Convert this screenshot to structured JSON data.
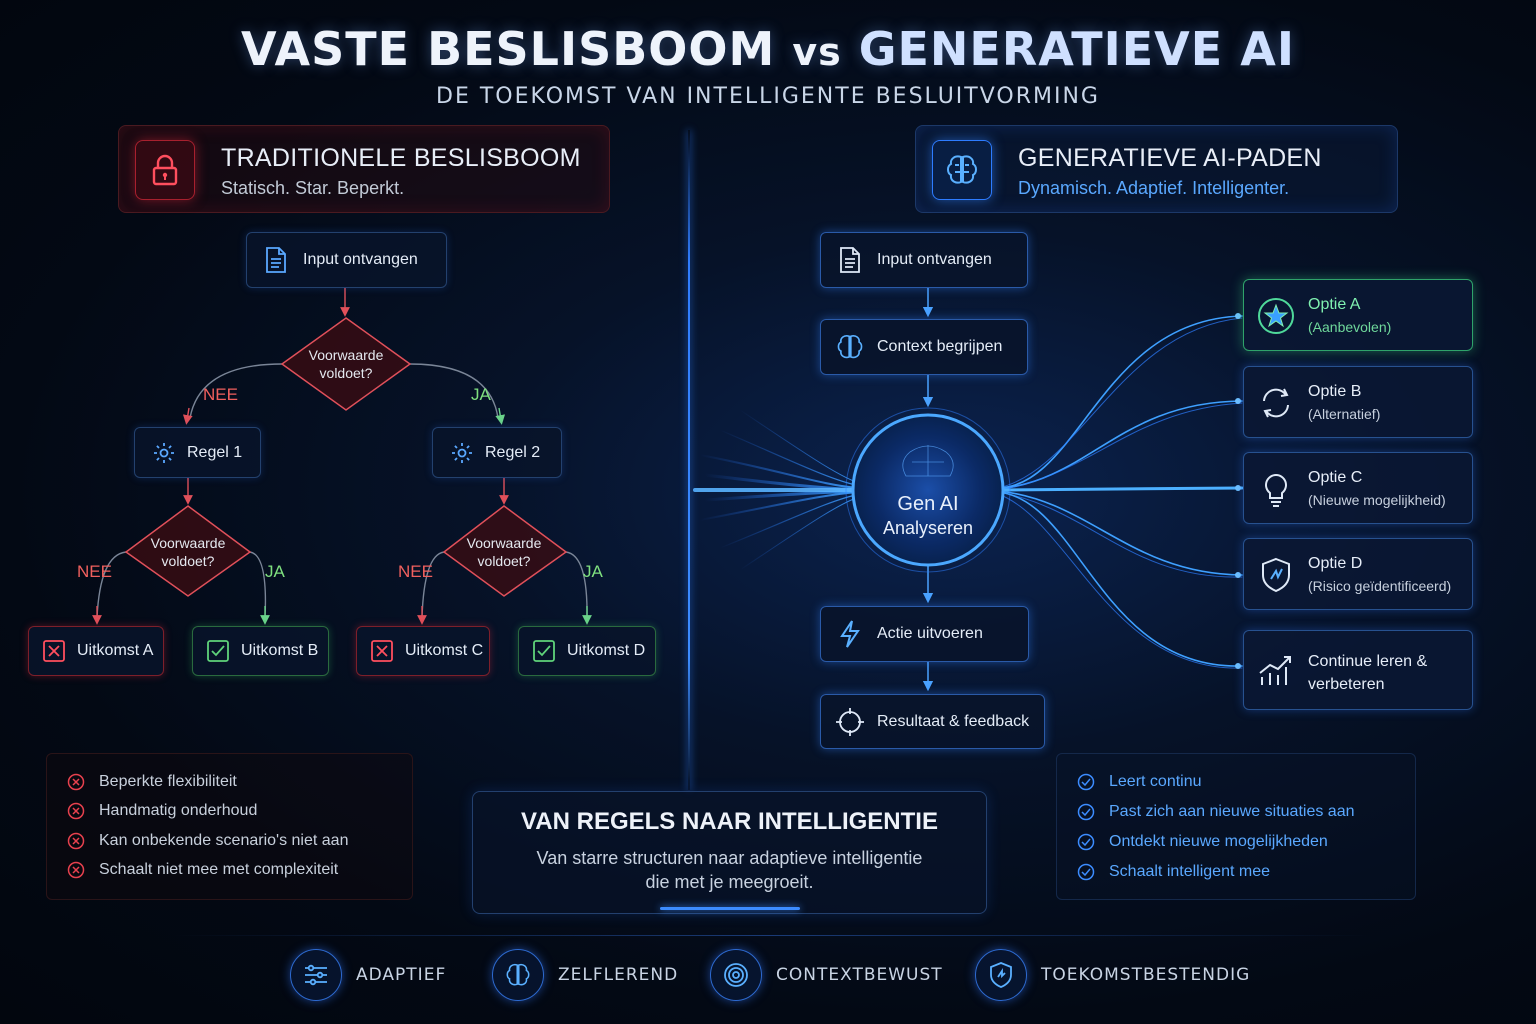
{
  "header": {
    "title_part1": "VASTE BESLISBOOM",
    "title_vs": "vs",
    "title_part2": "GENERATIEVE AI",
    "subtitle": "DE TOEKOMST VAN INTELLIGENTE BESLUITVORMING"
  },
  "left": {
    "title": "TRADITIONELE BESLISBOOM",
    "subtitle": "Statisch. Star. Beperkt.",
    "input": "Input ontvangen",
    "condition": "Voorwaarde voldoet?",
    "nee": "NEE",
    "ja": "JA",
    "rule1": "Regel 1",
    "rule2": "Regel 2",
    "outcomes": [
      "Uitkomst A",
      "Uitkomst B",
      "Uitkomst C",
      "Uitkomst D"
    ],
    "drawbacks": [
      "Beperkte flexibiliteit",
      "Handmatig onderhoud",
      "Kan onbekende scenario's niet aan",
      "Schaalt niet mee met complexiteit"
    ]
  },
  "right": {
    "title": "GENERATIEVE AI-PADEN",
    "subtitle": "Dynamisch. Adaptief. Intelligenter.",
    "steps": {
      "input": "Input ontvangen",
      "context": "Context begrijpen",
      "core_line1": "Gen AI",
      "core_line2": "Analyseren",
      "action": "Actie uitvoeren",
      "result": "Resultaat & feedback"
    },
    "options": [
      {
        "title": "Optie A",
        "sub": "(Aanbevolen)",
        "icon": "star-icon"
      },
      {
        "title": "Optie B",
        "sub": "(Alternatief)",
        "icon": "cycle-icon"
      },
      {
        "title": "Optie C",
        "sub": "(Nieuwe mogelijkheid)",
        "icon": "lightbulb-icon"
      },
      {
        "title": "Optie D",
        "sub": "(Risico geïdentificeerd)",
        "icon": "shield-icon"
      },
      {
        "title": "Continue leren &",
        "sub": "verbeteren",
        "icon": "growth-chart-icon"
      }
    ],
    "benefits": [
      "Leert continu",
      "Past zich aan nieuwe situaties aan",
      "Ontdekt nieuwe mogelijkheden",
      "Schaalt intelligent mee"
    ]
  },
  "center": {
    "title": "VAN REGELS NAAR INTELLIGENTIE",
    "line1": "Van starre structuren naar adaptieve intelligentie",
    "line2": "die met je meegroeit."
  },
  "features": [
    "ADAPTIEF",
    "ZELFLEREND",
    "CONTEXTBEWUST",
    "TOEKOMSTBESTENDIG"
  ],
  "colors": {
    "background": "#030914",
    "accent_blue": "#3c8cff",
    "negative_red": "#e8414e",
    "positive_green": "#5fd37a"
  }
}
